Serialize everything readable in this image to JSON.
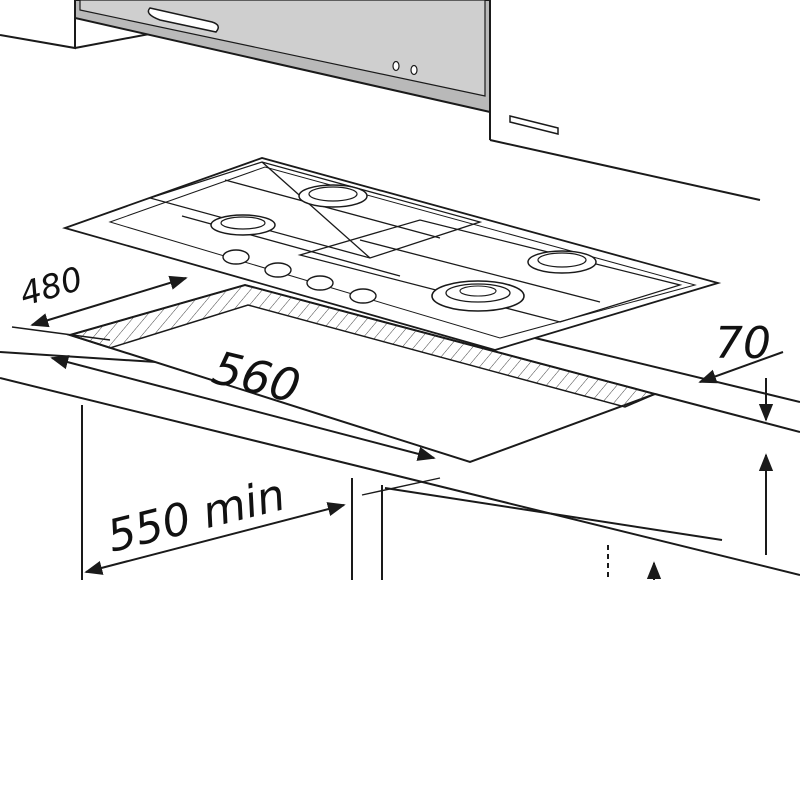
{
  "diagram": {
    "dimensions": {
      "hob_depth": "480",
      "hob_width": "560",
      "front_edge": "70",
      "cabinet_width": "550 min"
    },
    "colors": {
      "line": "#1a1a1a",
      "hood_fill": "#b9b9b9",
      "hatch": "#444444",
      "background": "#ffffff"
    },
    "components": {
      "hood": "extractor-hood",
      "hob": "gas-hob-4-burner",
      "cabinet": "base-cabinet",
      "wall_cabinet": "wall-cabinet"
    }
  }
}
